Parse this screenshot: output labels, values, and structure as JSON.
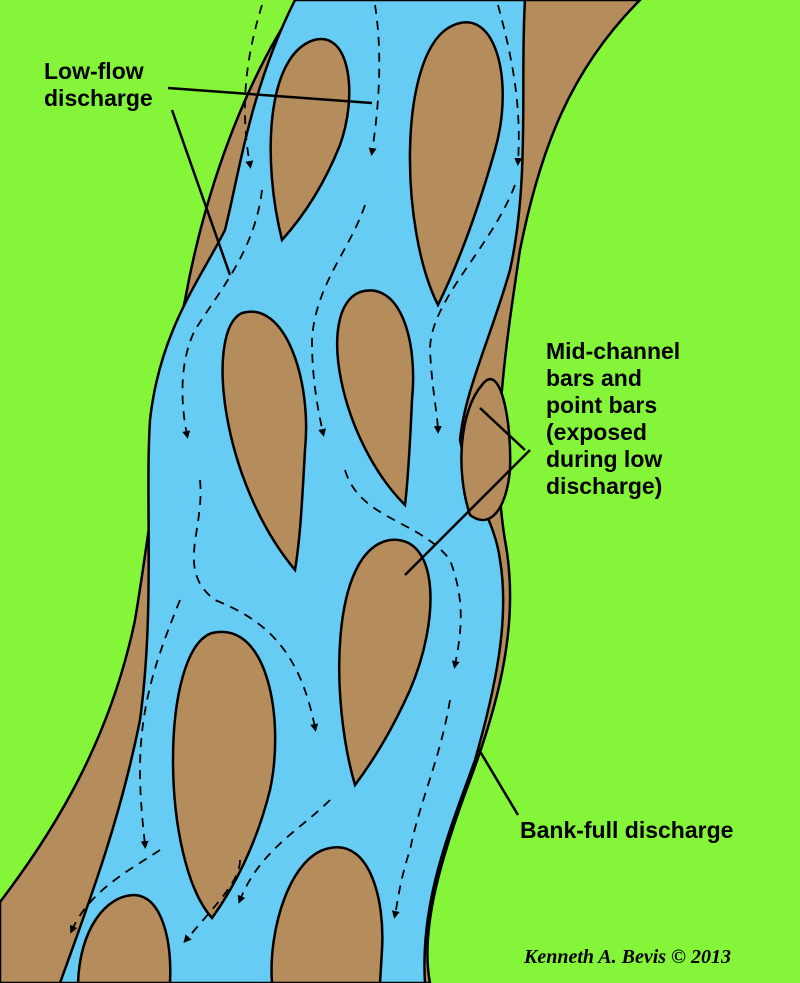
{
  "colors": {
    "floodplain": "#85f53a",
    "water": "#66ccf4",
    "sediment_bar": "#b58c5c",
    "outline": "#000000"
  },
  "labels": {
    "low_flow": [
      "Low-flow",
      "discharge"
    ],
    "bars": [
      "Mid-channel",
      "bars and",
      "point bars",
      "(exposed",
      "during low",
      "discharge)"
    ],
    "bank_full": "Bank-full discharge"
  },
  "credit": "Kenneth A. Bevis © 2013"
}
